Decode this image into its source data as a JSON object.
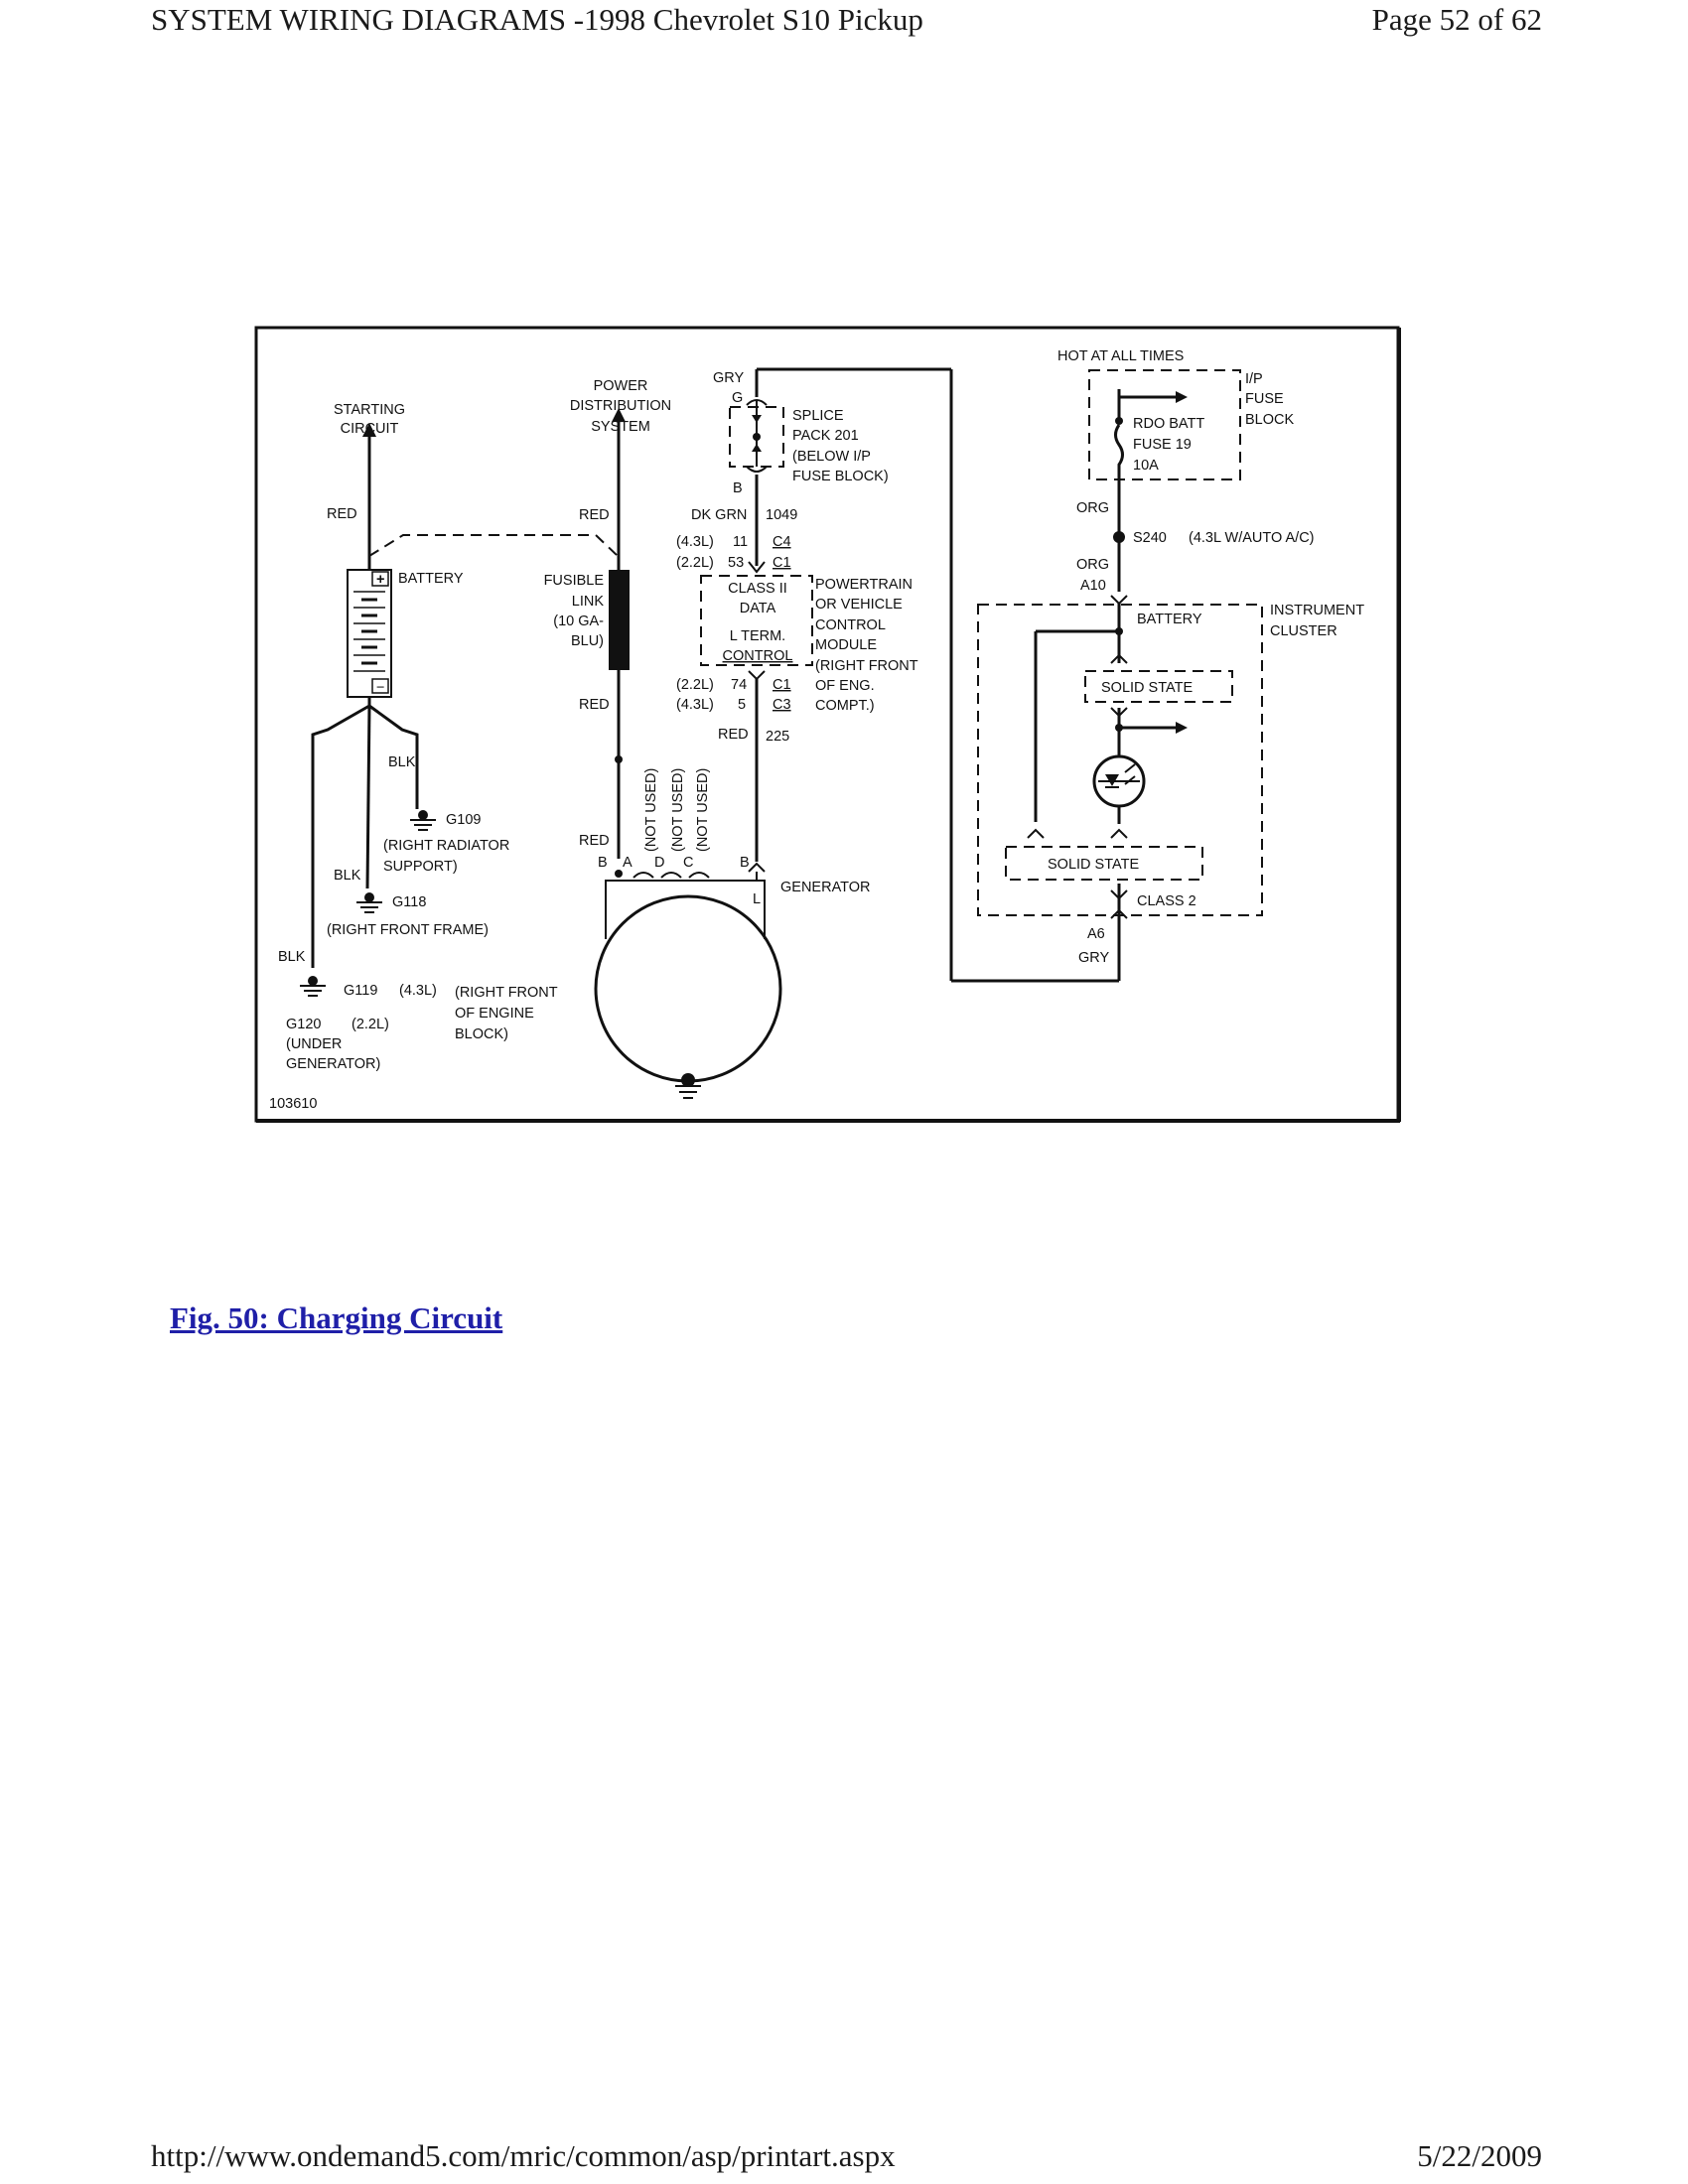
{
  "header": {
    "title": "SYSTEM WIRING DIAGRAMS -1998 Chevrolet S10 Pickup",
    "page": "Page 52 of 62"
  },
  "footer": {
    "url": "http://www.ondemand5.com/mric/common/asp/printart.aspx",
    "date": "5/22/2009"
  },
  "caption": "Fig. 50: Charging Circuit",
  "diagram": {
    "figure_id": "103610",
    "starting": [
      "STARTING",
      "CIRCUIT"
    ],
    "power_dist": [
      "POWER",
      "DISTRIBUTION",
      "SYSTEM"
    ],
    "battery": "BATTERY",
    "battery_plus": "+",
    "battery_minus": "−",
    "fusible": [
      "FUSIBLE",
      "LINK",
      "(10 GA-",
      "BLU)"
    ],
    "wire_red": "RED",
    "wire_blk": "BLK",
    "wire_gry": "GRY",
    "wire_org": "ORG",
    "wire_dkgrn": "DK GRN",
    "ckt_1049": "1049",
    "ckt_225": "225",
    "conn_g": "G",
    "conn_b": "B",
    "splice": [
      "SPLICE",
      "PACK 201",
      "(BELOW I/P",
      "FUSE BLOCK)"
    ],
    "pcm_top": [
      {
        "eng": "(4.3L)",
        "pin": "11",
        "conn": "C4"
      },
      {
        "eng": "(2.2L)",
        "pin": "53",
        "conn": "C1"
      }
    ],
    "pcm_bottom": [
      {
        "eng": "(2.2L)",
        "pin": "74",
        "conn": "C1"
      },
      {
        "eng": "(4.3L)",
        "pin": "5",
        "conn": "C3"
      }
    ],
    "pcm_inside": [
      "CLASS II",
      "DATA",
      "L TERM.",
      "CONTROL"
    ],
    "pcm_label": [
      "POWERTRAIN",
      "OR VEHICLE",
      "CONTROL",
      "MODULE",
      "(RIGHT FRONT",
      "OF ENG.",
      "COMPT.)"
    ],
    "not_used": "(NOT USED)",
    "gen_pins": [
      "B",
      "A",
      "D",
      "C",
      "B"
    ],
    "gen_l": "L",
    "generator": "GENERATOR",
    "grounds": {
      "g109": "G109",
      "g109_loc": [
        "(RIGHT RADIATOR",
        "SUPPORT)"
      ],
      "g118": "G118",
      "g118_loc": "(RIGHT FRONT FRAME)",
      "g119": "G119",
      "g119_eng": "(4.3L)",
      "g119_loc": [
        "(RIGHT FRONT",
        "OF ENGINE",
        "BLOCK)"
      ],
      "g120": "G120",
      "g120_eng": "(2.2L)",
      "g120_loc": [
        "(UNDER",
        "GENERATOR)"
      ]
    },
    "hot": "HOT AT ALL TIMES",
    "ip_fuse_block": [
      "I/P",
      "FUSE",
      "BLOCK"
    ],
    "fuse": [
      "RDO BATT",
      "FUSE 19",
      "10A"
    ],
    "s240": "S240",
    "s240_note": "(4.3L W/AUTO A/C)",
    "a10": "A10",
    "a6": "A6",
    "cluster": [
      "INSTRUMENT",
      "CLUSTER"
    ],
    "cluster_battery": "BATTERY",
    "solid_state": "SOLID STATE",
    "class2": "CLASS 2"
  }
}
